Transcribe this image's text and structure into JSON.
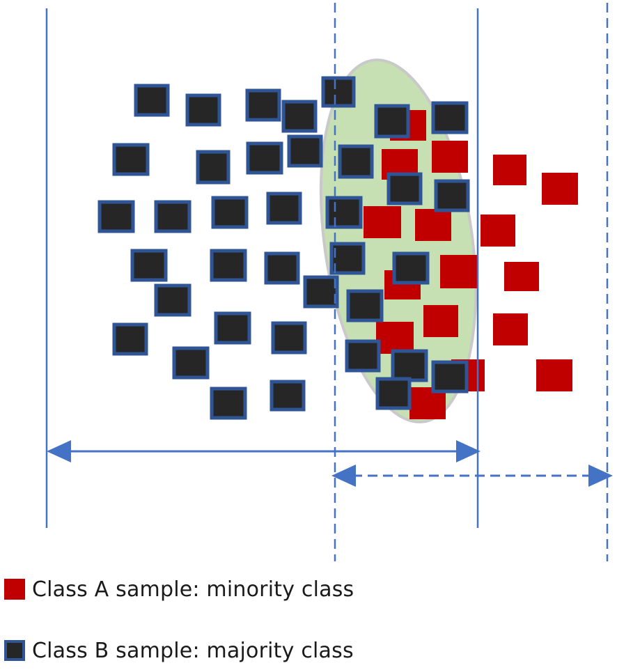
{
  "colors": {
    "minority_fill": "#c00000",
    "majority_fill": "#262626",
    "majority_border": "#2f5597",
    "line": "#4472c4",
    "overlap_region": "#c6e0b4",
    "overlap_region_edge": "#c9c9c9",
    "background": "#ffffff"
  },
  "legend": [
    {
      "id": "class-a",
      "label": "Class A sample: minority class"
    },
    {
      "id": "class-b",
      "label": "Class B sample: majority class"
    }
  ]
}
